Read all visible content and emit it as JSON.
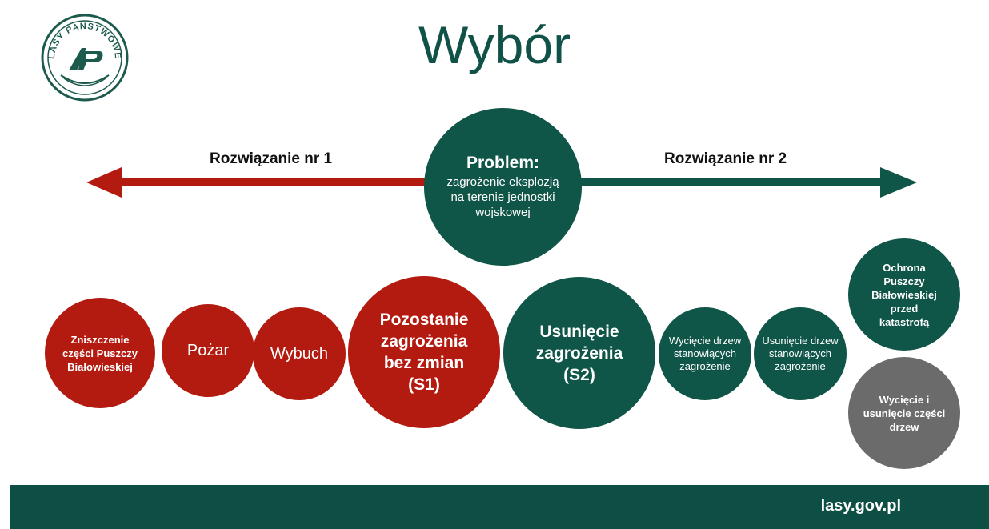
{
  "title": "Wybór",
  "logo": {
    "text": "LASY PAŃSTWOWE"
  },
  "solutions": {
    "left": "Rozwiązanie nr 1",
    "right": "Rozwiązanie nr 2"
  },
  "problem": {
    "heading": "Problem:",
    "text": "zagrożenie eksplozją na terenie jednostki wojskowej"
  },
  "red_circles": {
    "c1": "Zniszczenie części Puszczy Białowieskiej",
    "c2": "Pożar",
    "c3": "Wybuch",
    "c4": "Pozostanie zagrożenia bez zmian (S1)"
  },
  "green_circles": {
    "c1": "Usunięcie zagrożenia (S2)",
    "c2": "Wycięcie drzew stanowiących zagrożenie",
    "c3": "Usunięcie drzew stanowiących zagrożenie",
    "c4": "Ochrona Puszczy Białowieskiej przed katastrofą"
  },
  "gray_circle": "Wycięcie i usunięcie części drzew",
  "footer": {
    "url": "lasy.gov.pl"
  },
  "colors": {
    "red": "#b31b10",
    "green": "#0f5548",
    "gray": "#6b6b6b",
    "title": "#115248"
  }
}
